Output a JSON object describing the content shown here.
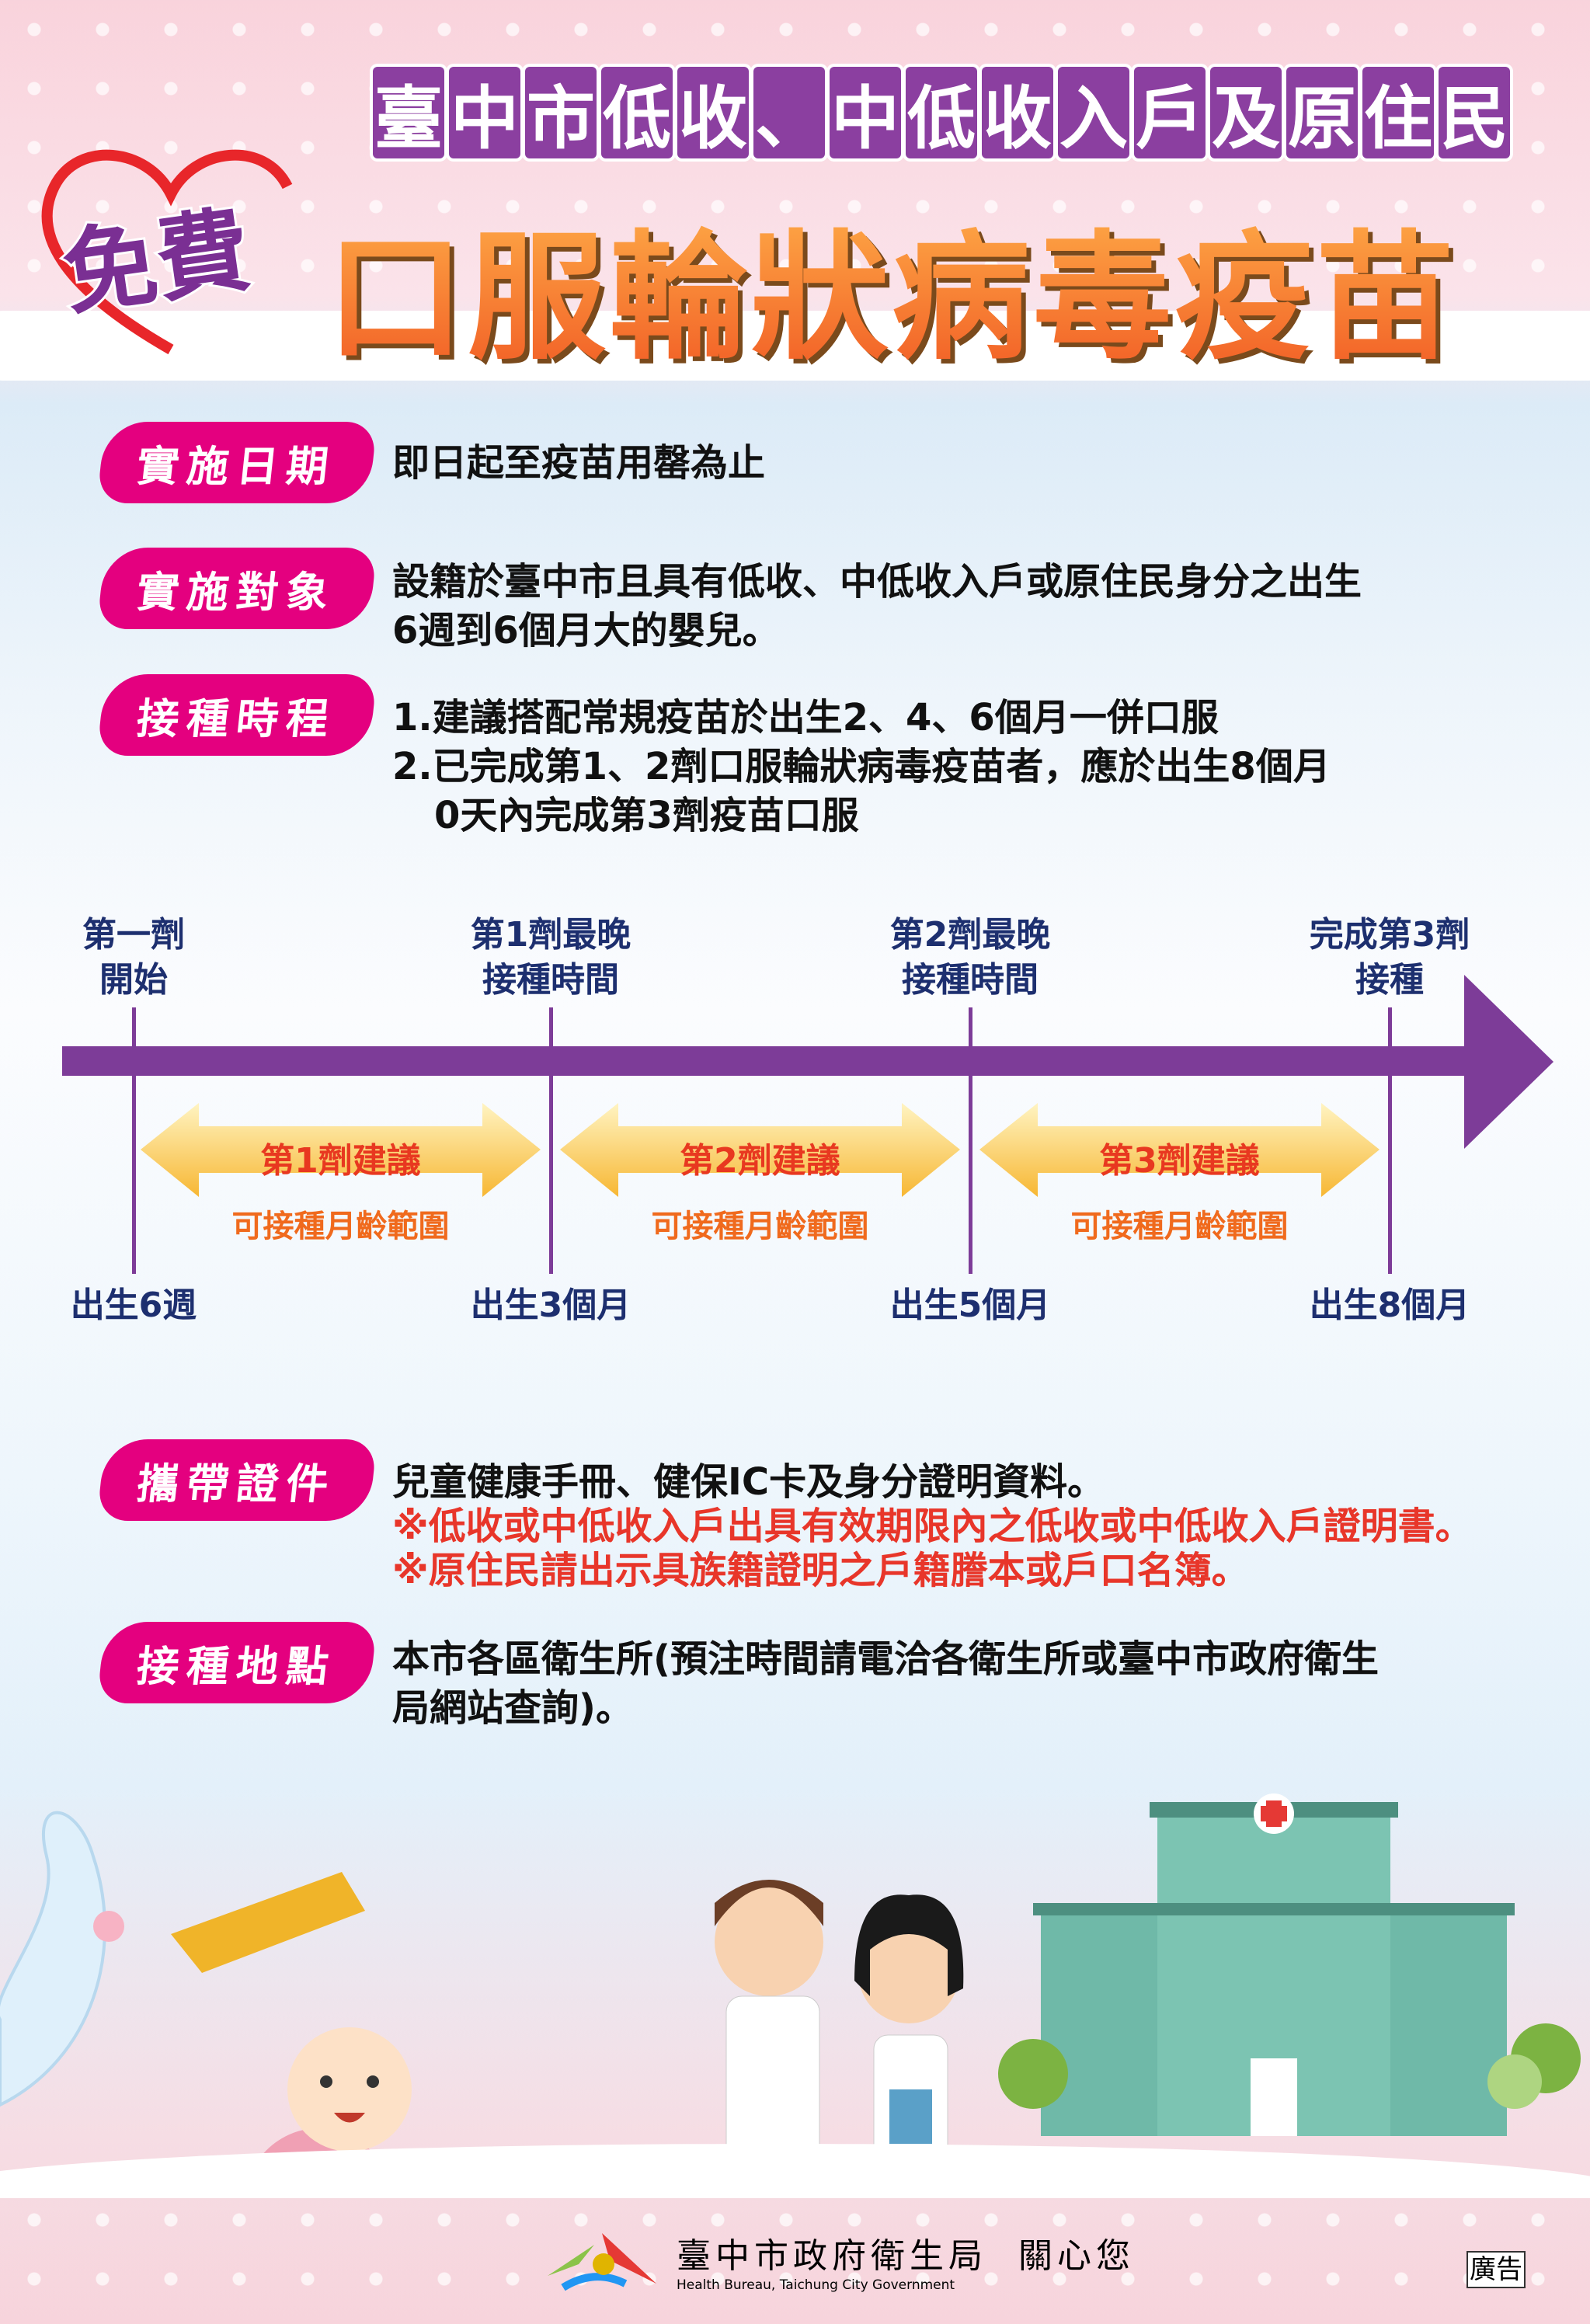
{
  "header": {
    "subtitle_chars": [
      "臺",
      "中",
      "市",
      "低",
      "收",
      "、",
      "中",
      "低",
      "收",
      "入",
      "戶",
      "及",
      "原",
      "住",
      "民"
    ],
    "free": "免費",
    "title": "口服輪狀病毒疫苗"
  },
  "sections": {
    "date": {
      "label": "實施日期",
      "lines": [
        "即日起至疫苗用罄為止"
      ]
    },
    "target": {
      "label": "實施對象",
      "lines": [
        "設籍於臺中市且具有低收、中低收入戶或原住民身分之出生",
        "6週到6個月大的嬰兒。"
      ]
    },
    "schedule": {
      "label": "接種時程",
      "lines": [
        "1.建議搭配常規疫苗於出生2、4、6個月一併口服",
        "2.已完成第1、2劑口服輪狀病毒疫苗者，應於出生8個月",
        "0天內完成第3劑疫苗口服"
      ]
    },
    "documents": {
      "label": "攜帶證件",
      "lines": [
        "兒童健康手冊、健保IC卡及身分證明資料。"
      ],
      "notes": [
        "※低收或中低收入戶出具有效期限內之低收或中低收入戶證明書。",
        "※原住民請出示具族籍證明之戶籍謄本或戶口名簿。"
      ]
    },
    "location": {
      "label": "接種地點",
      "lines": [
        "本市各區衛生所(預注時間請電洽各衛生所或臺中市政府衛生",
        "局網站查詢)。"
      ]
    }
  },
  "timeline": {
    "top": [
      [
        "第一劑",
        "開始"
      ],
      [
        "第1劑最晚",
        "接種時間"
      ],
      [
        "第2劑最晚",
        "接種時間"
      ],
      [
        "完成第3劑",
        "接種"
      ]
    ],
    "bottom": [
      "出生6週",
      "出生3個月",
      "出生5個月",
      "出生8個月"
    ],
    "ranges": [
      {
        "title": "第1劑建議",
        "sub": "可接種月齡範圍"
      },
      {
        "title": "第2劑建議",
        "sub": "可接種月齡範圍"
      },
      {
        "title": "第3劑建議",
        "sub": "可接種月齡範圍"
      }
    ]
  },
  "footer": {
    "org": "臺中市政府衛生局",
    "slogan": "關心您",
    "org_en": "Health Bureau, Taichung City Government",
    "ad": "廣告"
  },
  "colors": {
    "purple": "#7d3c98",
    "magenta": "#e4007f",
    "red": "#e8362a",
    "orange": "#f15a24"
  }
}
